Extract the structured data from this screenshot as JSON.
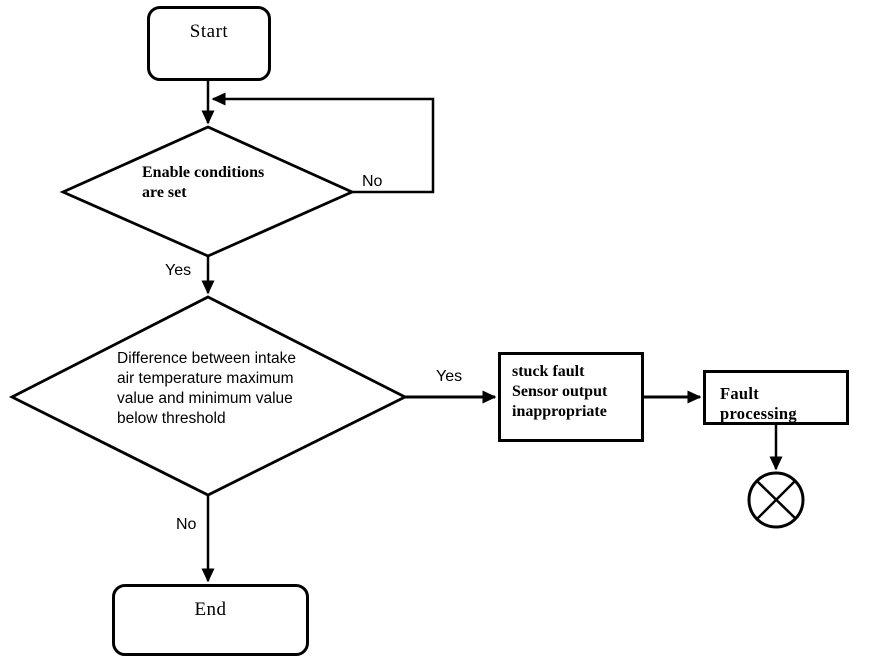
{
  "canvas": {
    "background": "#ffffff",
    "line_color": "#000000"
  },
  "nodes": {
    "start": {
      "label": "Start",
      "type": "terminator"
    },
    "decision_enable": {
      "type": "decision",
      "lines": [
        "Enable conditions",
        "are set"
      ]
    },
    "decision_difference": {
      "type": "decision",
      "lines": [
        "Difference between intake",
        "air temperature maximum",
        "value and minimum value",
        "below threshold"
      ]
    },
    "stuck_fault": {
      "type": "process",
      "lines": [
        "stuck fault",
        "Sensor output",
        "inappropriate"
      ]
    },
    "fault_processing": {
      "label": "Fault processing",
      "type": "process"
    },
    "end": {
      "label": "End",
      "type": "terminator"
    },
    "terminator_circle": {
      "type": "crossed-circle"
    }
  },
  "edge_labels": {
    "enable_no": "No",
    "enable_yes": "Yes",
    "difference_yes": "Yes",
    "difference_no": "No"
  }
}
